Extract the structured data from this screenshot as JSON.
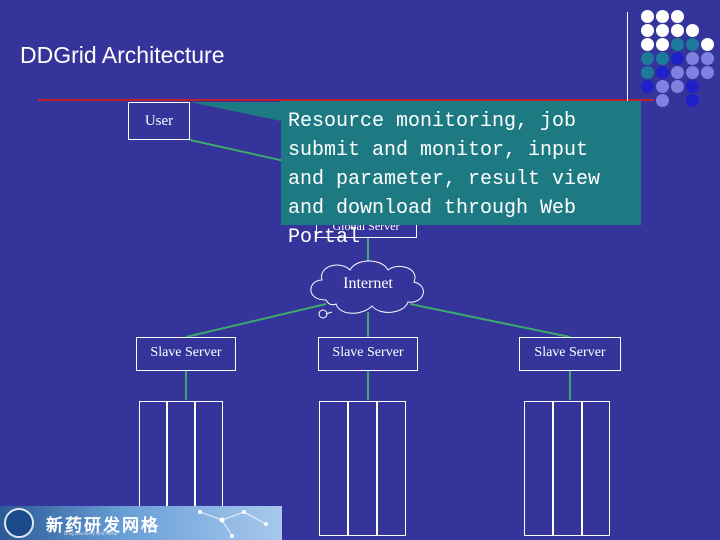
{
  "slide": {
    "title": "DDGrid Architecture",
    "callout_text": "Resource monitoring, job submit and monitor, input and parameter, result view and download through Web Portal",
    "nodes": {
      "user": "User",
      "global_server": "Global Server",
      "internet": "Internet",
      "slave_server_left": "Slave Server",
      "slave_server_middle": "Slave Server",
      "slave_server_right": "Slave Server"
    },
    "footer": {
      "logo_text": "新药研发网格",
      "logo_subtext": "Drug Discovery Grid Portal"
    }
  },
  "colors": {
    "background": "#34349a",
    "callout": "#1e7a82",
    "connector": "#3caa6e",
    "title_rule": "#c0202a",
    "dot_white": "#ffffff",
    "dot_teal": "#1e7a9a",
    "dot_blue": "#2020c8",
    "dot_lavender": "#8080e0"
  }
}
